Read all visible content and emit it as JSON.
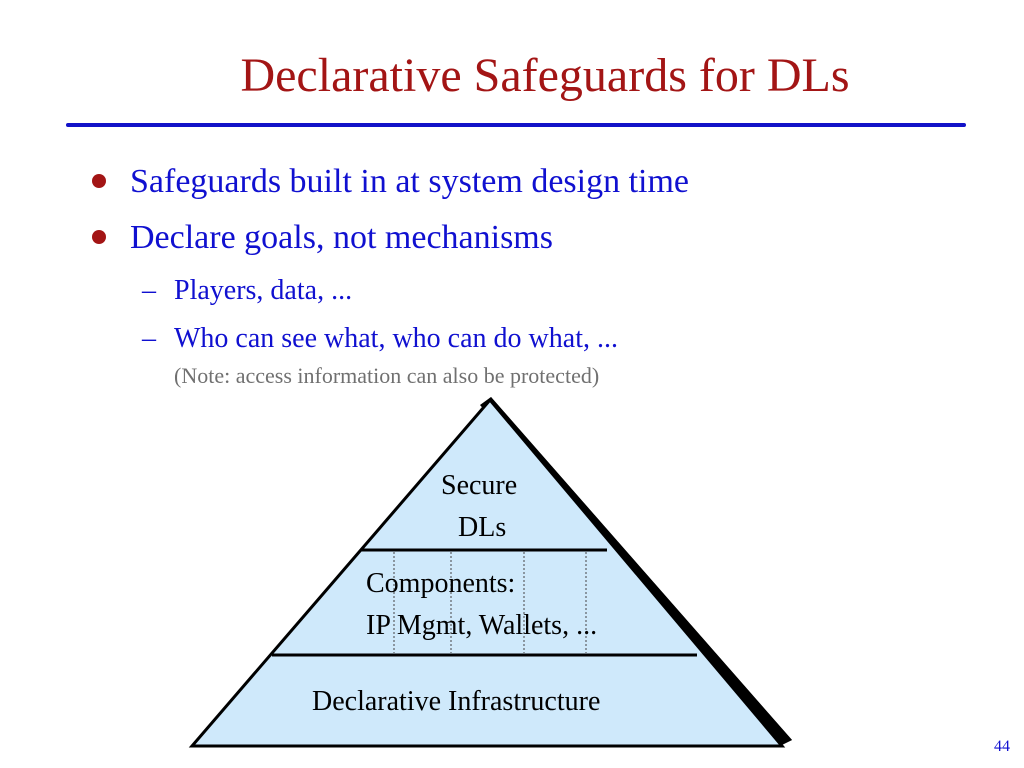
{
  "slide": {
    "title": "Declarative Safeguards for DLs",
    "bullets": [
      "Safeguards built in at system design time",
      "Declare goals, not mechanisms"
    ],
    "sub_bullets": [
      "Players, data, ...",
      "Who can see what, who can do what, ..."
    ],
    "note": "(Note: access information can also be protected)",
    "page_number": "44"
  },
  "diagram": {
    "top_line1": "Secure",
    "top_line2": "DLs",
    "middle_line1": "Components:",
    "middle_line2": "IP Mgmt, Wallets, ...",
    "bottom": "Declarative Infrastructure",
    "fill_color": "#cfe9fb",
    "stroke_color": "#000000"
  }
}
